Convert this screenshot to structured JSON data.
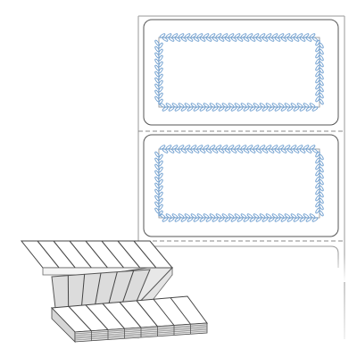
{
  "colors": {
    "background": "#ffffff",
    "label_border": "#555555",
    "liner_border": "#9a9a9a",
    "perforation": "#8a8a8a",
    "vine": "#6f9fd0",
    "vine_frame": "#8a8f96",
    "stack_face": "#ececec",
    "stack_shadow": "#d0d0d0"
  },
  "illustration": {
    "subject": "fanfold-label-stock",
    "labels_shown": 2,
    "label_border_style": "vine-wreath"
  }
}
